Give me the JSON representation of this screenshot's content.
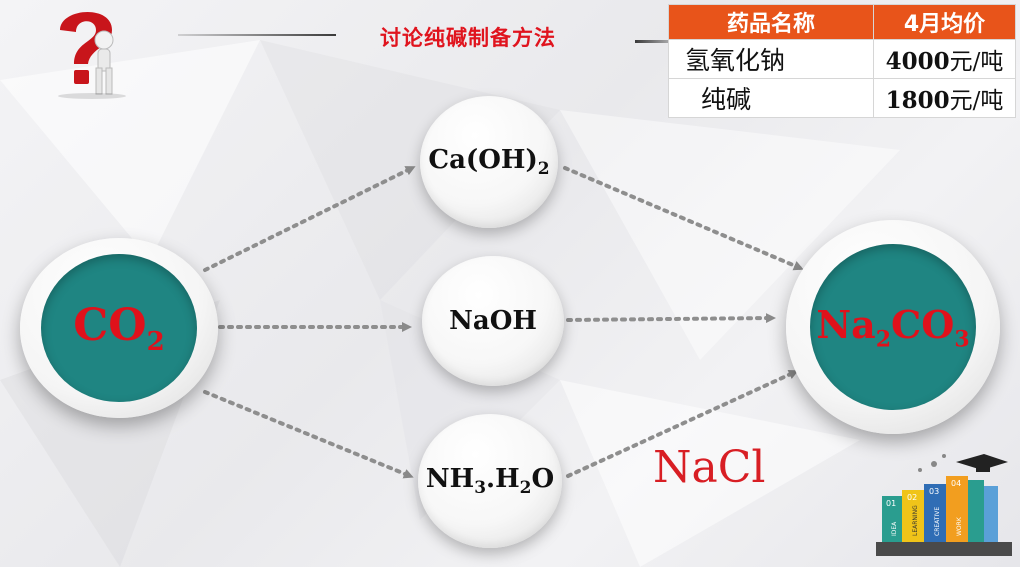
{
  "title": "讨论纯碱制备方法",
  "price_table": {
    "headers": [
      "药品名称",
      "4月均价"
    ],
    "rows": [
      {
        "name": "氢氧化钠",
        "price": "4000",
        "unit": "元/吨"
      },
      {
        "name": "纯碱",
        "price": "1800",
        "unit": "元/吨"
      }
    ]
  },
  "nodes": {
    "source": {
      "base": "CO",
      "sub": "2"
    },
    "caoh2": {
      "base": "Ca(OH)",
      "sub": "2"
    },
    "naoh": {
      "label": "NaOH"
    },
    "nh3h2o": {
      "a": "NH",
      "a_sub": "3",
      "b": ".H",
      "b_sub": "2",
      "c": "O"
    },
    "target": {
      "a": "Na",
      "a_sub": "2",
      "b": "CO",
      "b_sub": "3"
    }
  },
  "edge_label": "NaCl",
  "book_numbers": [
    "01",
    "02",
    "03",
    "04"
  ],
  "book_spines": [
    "IDEA",
    "LEARNING",
    "CREATIVE",
    "WORK"
  ],
  "colors": {
    "accent_red": "#e0141e",
    "teal": "#1f8582",
    "table_header": "#e8541a"
  }
}
